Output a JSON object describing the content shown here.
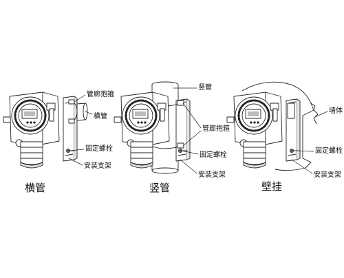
{
  "installations": [
    {
      "caption": "横管",
      "labels": {
        "clamp": "管廊抱箍",
        "pipe": "横管",
        "bolt": "固定螺栓",
        "bracket": "安装支架"
      }
    },
    {
      "caption": "竖管",
      "labels": {
        "pipe": "竖管",
        "clamp": "管廊抱箍",
        "bolt": "固定螺栓",
        "bracket": "安装支架"
      }
    },
    {
      "caption": "壁挂",
      "labels": {
        "wall": "墙体",
        "bolt": "固定螺栓",
        "bracket": "安装支架"
      }
    }
  ],
  "colors": {
    "line": "#222222",
    "fill": "#ffffff",
    "shade": "#cfcfcf",
    "dark": "#555555"
  }
}
